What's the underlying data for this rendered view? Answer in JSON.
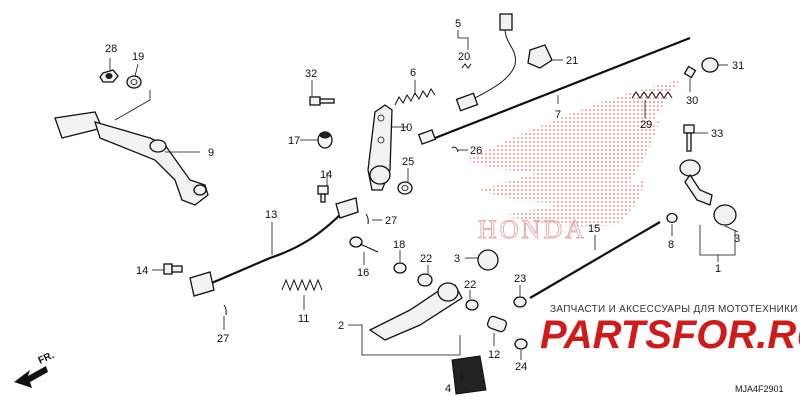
{
  "diagram": {
    "callouts": [
      "1",
      "2",
      "3",
      "3",
      "4",
      "5",
      "6",
      "7",
      "8",
      "9",
      "10",
      "11",
      "12",
      "13",
      "14",
      "14",
      "15",
      "16",
      "17",
      "18",
      "19",
      "20",
      "21",
      "22",
      "22",
      "23",
      "24",
      "25",
      "26",
      "27",
      "27",
      "28",
      "29",
      "30",
      "31",
      "32",
      "33"
    ],
    "watermark_caption": "ЗАПЧАСТИ И АКСЕССУАРЫ ДЛЯ МОТОТЕХНИКИ",
    "watermark_logo_left": "PARTS",
    "watermark_logo_right": "FOR.RU",
    "brand_mark": "HONDA",
    "direction_label": "FR.",
    "diagram_code": "MJA4F2901"
  },
  "colors": {
    "logo_red": "#d11a1a",
    "wing_red": "#e06060",
    "ink": "#111111"
  },
  "icons": [
    "front-direction-arrow-icon",
    "honda-wing-logo",
    "partsfor-logo"
  ]
}
